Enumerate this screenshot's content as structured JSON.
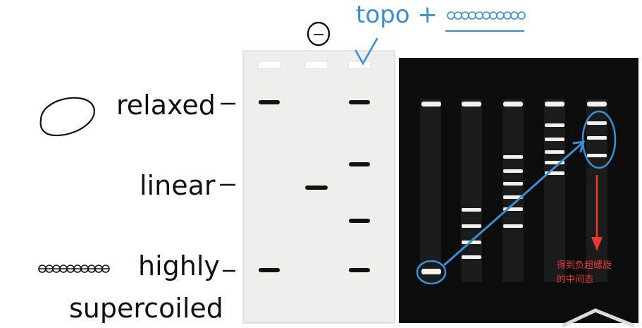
{
  "labels": {
    "relaxed": "relaxed",
    "linear": "linear",
    "highly": "highly",
    "supercoiled": "supercoiled",
    "topo": "topo +",
    "minus": "−"
  },
  "annotation": {
    "line1": "得到负超螺旋",
    "line2": "的中间态"
  },
  "colors": {
    "ink": "#111111",
    "blue": "#3a8fd4",
    "red": "#e53935",
    "left_gel": "#eeeeea",
    "right_gel": "#0c0c0c"
  }
}
